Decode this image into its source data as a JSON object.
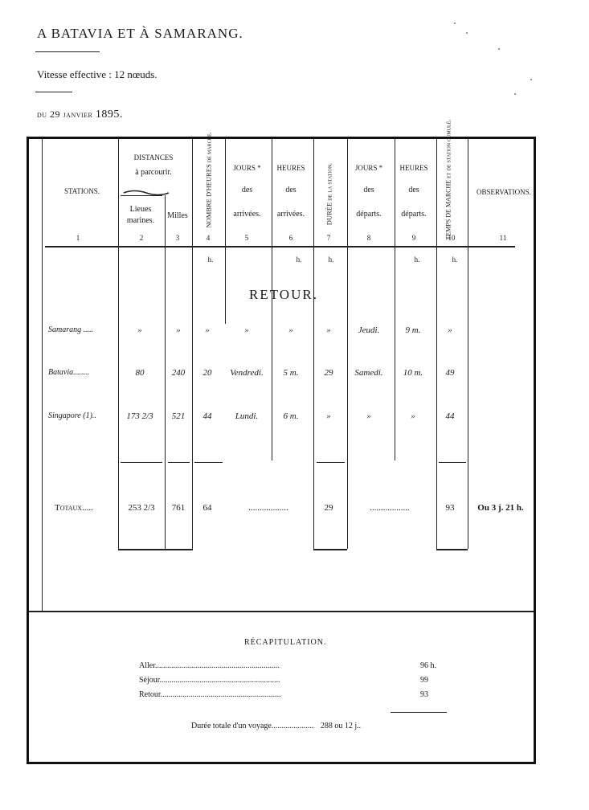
{
  "header": {
    "title": "A BATAVIA ET À SAMARANG.",
    "speed": "Vitesse effective : 12 nœuds.",
    "date_prefix": "du 29 janvier",
    "date_year": "1895."
  },
  "table": {
    "columns": {
      "stations": "STATIONS.",
      "distances_title": "DISTANCES",
      "distances_sub": "à parcourir.",
      "lieues": "Lieues marines.",
      "milles": "Milles",
      "nombre_heures": "NOMBRE D'HEURES de marche.",
      "jours_arrivees_top": "JOURS *",
      "jours_arrivees_mid": "des",
      "jours_arrivees_bot": "arrivées.",
      "heures_arrivees_top": "HEURES",
      "heures_arrivees_mid": "des",
      "heures_arrivees_bot": "arrivées.",
      "duree_station": "DURÉE de la station.",
      "jours_departs_top": "JOURS *",
      "jours_departs_mid": "des",
      "jours_departs_bot": "départs.",
      "heures_departs_top": "HEURES",
      "heures_departs_mid": "des",
      "heures_departs_bot": "départs.",
      "temps_marche": "TEMPS DE MARCHE et de station cumulé.",
      "observations": "OBSERVATIONS."
    },
    "col_numbers": [
      "1",
      "2",
      "3",
      "4",
      "5",
      "6",
      "7",
      "8",
      "9",
      "10",
      "11"
    ],
    "units": {
      "c4": "h.",
      "c6": "h.",
      "c7": "h.",
      "c9": "h.",
      "c10": "h."
    },
    "section": "RETOUR.",
    "rows": [
      {
        "station": "Samarang .....",
        "lieues": "»",
        "milles": "»",
        "heures": "»",
        "jour_arr": "»",
        "heure_arr": "»",
        "duree": "»",
        "jour_dep": "Jeudi.",
        "heure_dep": "9 m.",
        "cumul": "»"
      },
      {
        "station": "Batavia........",
        "lieues": "80",
        "milles": "240",
        "heures": "20",
        "jour_arr": "Vendredi.",
        "heure_arr": "5 m.",
        "duree": "29",
        "jour_dep": "Samedi.",
        "heure_dep": "10 m.",
        "cumul": "49"
      },
      {
        "station": "Singapore (1)..",
        "lieues": "173 2/3",
        "milles": "521",
        "heures": "44",
        "jour_arr": "Lundi.",
        "heure_arr": "6 m.",
        "duree": "»",
        "jour_dep": "»",
        "heure_dep": "»",
        "cumul": "44"
      }
    ],
    "totals": {
      "label": "Totaux.....",
      "lieues": "253 2/3",
      "milles": "761",
      "heures": "64",
      "dots1": "..................",
      "duree": "29",
      "dots2": "..................",
      "cumul": "93",
      "observation": "Ou 3 j. 21 h."
    }
  },
  "recap": {
    "title": "RÉCAPITULATION.",
    "rows": [
      {
        "label": "Aller..............................................................",
        "value": "96 h."
      },
      {
        "label": "Séjour............................................................",
        "value": "99"
      },
      {
        "label": "Retour............................................................",
        "value": "93"
      }
    ],
    "total_label": "Durée totale d'un voyage.....................",
    "total_value": "288 ou 12 j.."
  }
}
